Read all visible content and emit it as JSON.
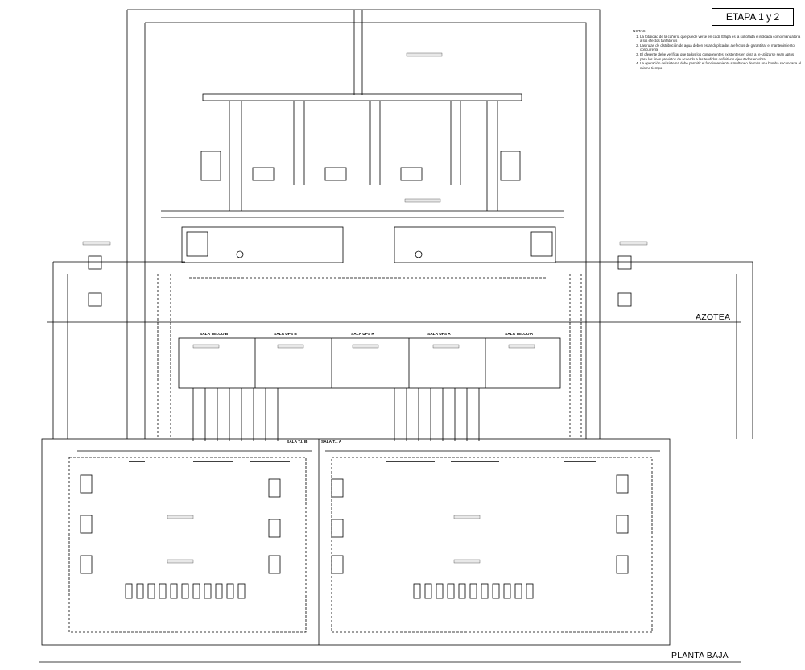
{
  "title": "ETAPA 1 y 2",
  "notes": {
    "heading": "NOTAS:",
    "items": [
      "La totalidad de la cañería que puede verse en cada Etapa es la solicitada e indicada como mandatoria a los efectos tarifatorios",
      "Las rutas de distribución de agua deben estar duplicadas a efectos de garantizar el mantenimiento concurrente",
      "El oferente debe verificar que todos los componentes existentes en obra a re-utilizarse sean aptos para los fines previstos de acuerdo a las tendidos definitivos ejecutados en obra",
      "La operación del sistema debe permitir el funcionamiento simultáneo de más una bomba secundaria al mismo tiempo"
    ]
  },
  "levels": {
    "roof": "AZOTEA",
    "ground": "PLANTA BAJA"
  },
  "rooms": {
    "telco_b": "SALA TELCO B",
    "ups_b": "SALA UPS B",
    "ups_r": "SALA UPS R",
    "ups_a": "SALA UPS A",
    "telco_a": "SALA TELCO A",
    "ti_b": "SALA T.I. B",
    "ti_a": "SALA T.I. A"
  }
}
